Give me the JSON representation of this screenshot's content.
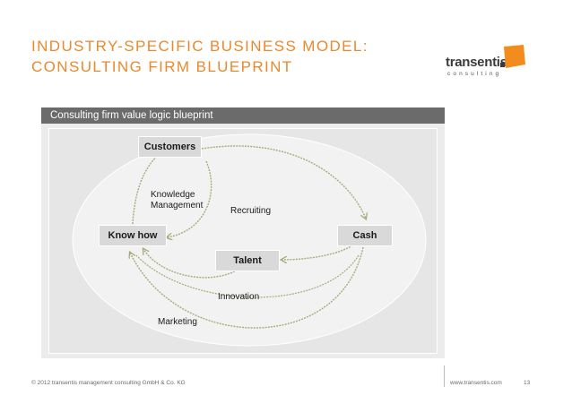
{
  "slide": {
    "title_line1": "INDUSTRY-SPECIFIC BUSINESS MODEL:",
    "title_line2": "CONSULTING FIRM BLUEPRINT",
    "accent_color": "#e8892e"
  },
  "logo": {
    "word": "transentis",
    "sub": "consulting",
    "mark_color": "#f28c1c"
  },
  "panel": {
    "header": "Consulting firm value logic blueprint"
  },
  "diagram": {
    "nodes": {
      "customers": "Customers",
      "know_how": "Know how",
      "cash": "Cash",
      "talent": "Talent"
    },
    "labels": {
      "knowledge_line1": "Knowledge",
      "knowledge_line2": "Management",
      "recruiting": "Recruiting",
      "innovation": "Innovation",
      "marketing": "Marketing"
    },
    "arrow_color": "#a9a97a"
  },
  "footer": {
    "copyright": "© 2012 transentis management consulting GmbH & Co. KG",
    "website": "www.transentis.com",
    "page": "13"
  }
}
